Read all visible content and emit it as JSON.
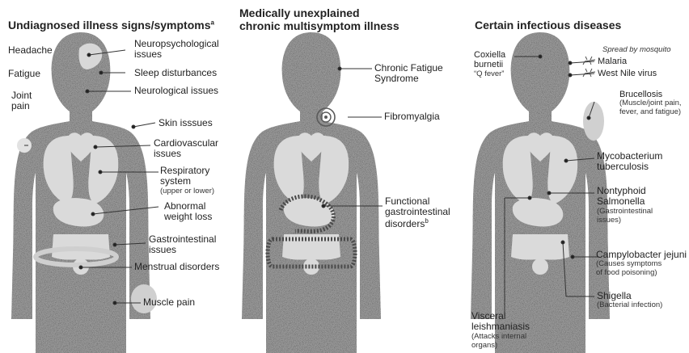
{
  "panels": [
    {
      "title": "Undiagnosed illness signs/symptoms",
      "title_sup": "a",
      "labels": {
        "headache": "Headache",
        "fatigue": "Fatigue",
        "joint_pain": [
          "Joint",
          "pain"
        ],
        "neuropsychological": [
          "Neuropsychological",
          "issues"
        ],
        "sleep": "Sleep disturbances",
        "neurological": "Neurological issues",
        "skin": "Skin isssues",
        "cardiovascular": [
          "Cardiovascular",
          "issues"
        ],
        "respiratory": [
          "Respiratory",
          "system"
        ],
        "respiratory_note": "(upper or lower)",
        "weight": [
          "Abnormal",
          "weight loss"
        ],
        "gastro": [
          "Gastrointestinal",
          "issues"
        ],
        "menstrual": "Menstrual disorders",
        "muscle": "Muscle pain"
      }
    },
    {
      "title": [
        "Medically unexplained",
        "chronic multisymptom illness"
      ],
      "labels": {
        "cfs": [
          "Chronic Fatigue",
          "Syndrome"
        ],
        "fibro": "Fibromyalgia",
        "fgid": [
          "Functional",
          "gastrointestinal",
          "disorders"
        ],
        "fgid_sup": "b"
      }
    },
    {
      "title": "Certain infectious diseases",
      "labels": {
        "coxiella": [
          "Coxiella",
          "burnetii",
          "“Q fever”"
        ],
        "mosquito": "Spread by mosquito",
        "malaria": "Malaria",
        "westnile": "West Nile virus",
        "brucellosis": "Brucellosis",
        "brucellosis_note": [
          "(Muscle/joint pain,",
          "fever, and fatigue)"
        ],
        "myco": [
          "Mycobacterium",
          "tuberculosis"
        ],
        "salmonella": [
          "Nontyphoid",
          "Salmonella"
        ],
        "salmonella_note": [
          "(Gastrointestinal",
          "issues)"
        ],
        "campy": "Campylobacter jejuni",
        "campy_note": [
          "(Causes symptoms",
          "of food poisoning)"
        ],
        "shigella": "Shigella",
        "shigella_note": "(Bacterial infection)",
        "leish": [
          "Visceral",
          "leishmaniasis"
        ],
        "leish_note": [
          "(Attacks internal",
          "organs)"
        ]
      }
    }
  ]
}
